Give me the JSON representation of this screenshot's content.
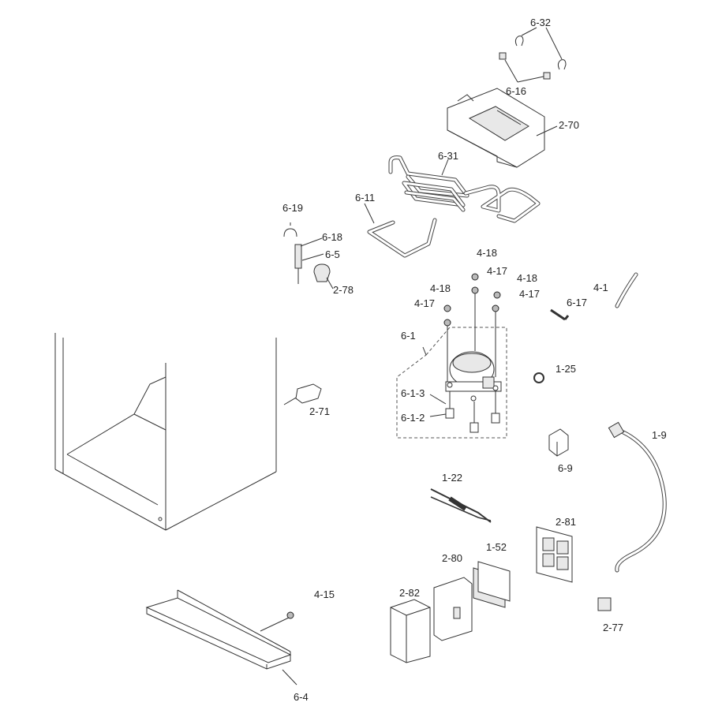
{
  "labels": {
    "p6_32": "6-32",
    "p6_16": "6-16",
    "p2_70": "2-70",
    "p6_31": "6-31",
    "p6_11": "6-11",
    "p6_19": "6-19",
    "p6_18": "6-18",
    "p6_5": "6-5",
    "p2_78": "2-78",
    "p4_18a": "4-18",
    "p4_17a": "4-17",
    "p4_18b": "4-18",
    "p4_17b": "4-17",
    "p4_18c": "4-18",
    "p4_17c": "4-17",
    "p4_1": "4-1",
    "p6_17": "6-17",
    "p6_1": "6-1",
    "p1_25": "1-25",
    "p6_1_3": "6-1-3",
    "p6_1_2": "6-1-2",
    "p2_71": "2-71",
    "p1_9": "1-9",
    "p6_9": "6-9",
    "p1_22": "1-22",
    "p2_81": "2-81",
    "p2_80": "2-80",
    "p1_52": "1-52",
    "p2_82": "2-82",
    "p4_15": "4-15",
    "p6_4": "6-4",
    "p2_77": "2-77"
  }
}
